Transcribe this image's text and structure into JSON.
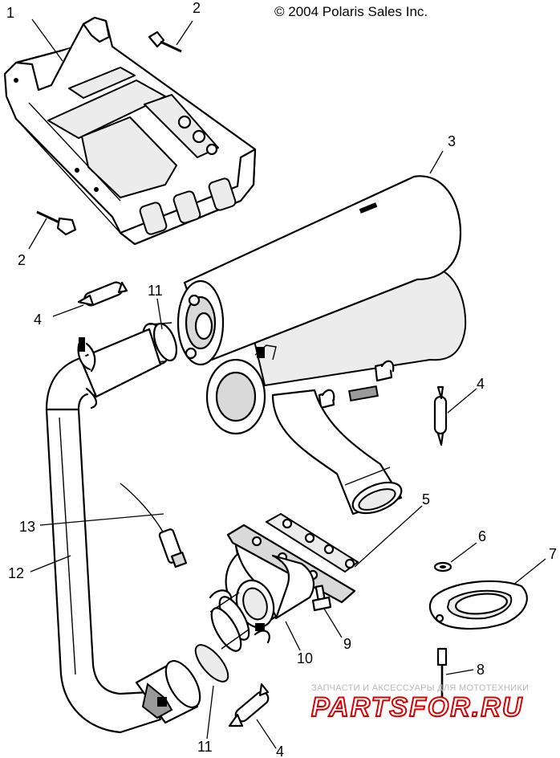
{
  "copyright": "© 2004 Polaris Sales Inc.",
  "watermark": {
    "tagline": "ЗАПЧАСТИ И АКСЕССУАРЫ ДЛЯ МОТОТЕХНИКИ",
    "logo_text": "PARTSFOR.RU",
    "color": "#d80000"
  },
  "callouts": {
    "c1": "1",
    "c2a": "2",
    "c2b": "2",
    "c3": "3",
    "c4a": "4",
    "c4b": "4",
    "c4c": "4",
    "c5": "5",
    "c6": "6",
    "c7": "7",
    "c8": "8",
    "c9": "9",
    "c10": "10",
    "c11a": "11",
    "c11b": "11",
    "c12": "12",
    "c13": "13"
  }
}
